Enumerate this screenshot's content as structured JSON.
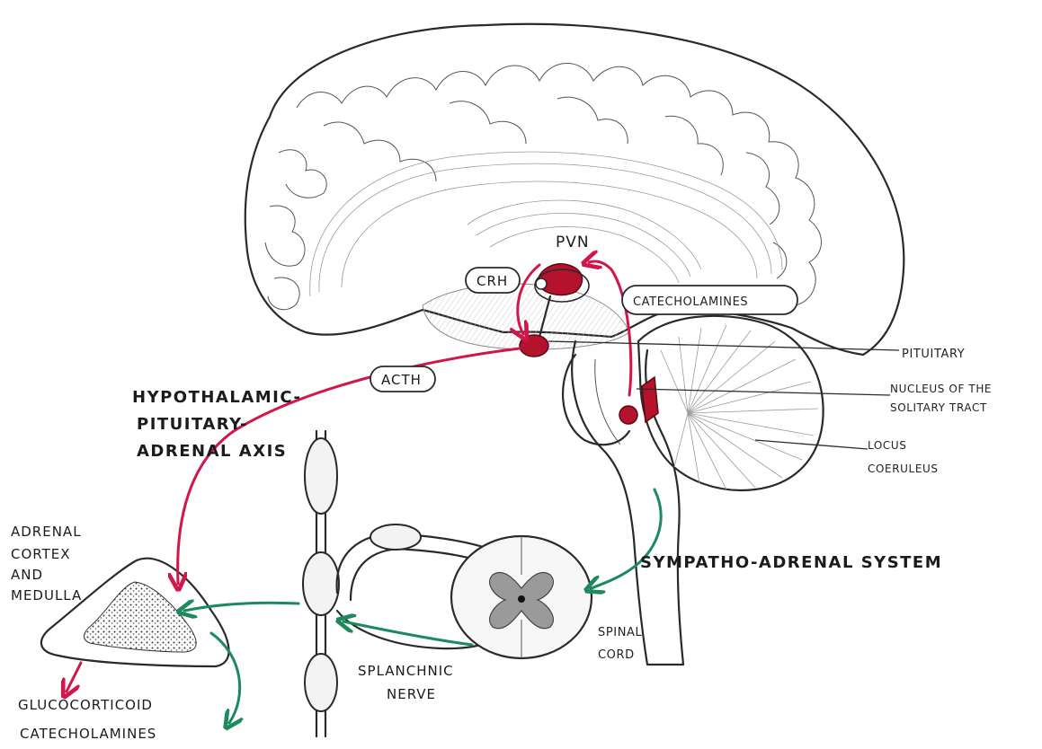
{
  "labels": {
    "pvn": "PVN",
    "crh": "CRH",
    "catecholamines": "CATECHOLAMINES",
    "pituitary": "PITUITARY",
    "acth": "ACTH",
    "hpa_line1": "HYPOTHALAMIC-",
    "hpa_line2": "PITUITARY-",
    "hpa_line3": "ADRENAL AXIS",
    "nts_line1": "NUCLEUS OF THE",
    "nts_line2": "SOLITARY TRACT",
    "lc_line1": "LOCUS",
    "lc_line2": "COERULEUS",
    "adrenal_line1": "ADRENAL",
    "adrenal_line2": "CORTEX",
    "adrenal_line3": "AND",
    "adrenal_line4": "MEDULLA",
    "sympatho": "SYMPATHO-ADRENAL SYSTEM",
    "spinal_line1": "SPINAL",
    "spinal_line2": "CORD",
    "splanchnic_line1": "SPLANCHNIC",
    "splanchnic_line2": "NERVE",
    "glucocorticoid": "GLUCOCORTICOID",
    "catecholamines_out": "CATECHOLAMINES"
  },
  "colors": {
    "hpa_pathway": "#d1164a",
    "sympathetic_pathway": "#1d8a5e",
    "nuclei": "#b5122d",
    "ink": "#2a2a2a"
  }
}
